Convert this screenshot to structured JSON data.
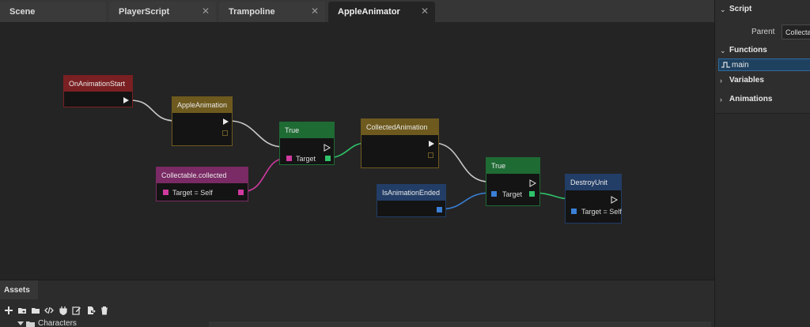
{
  "tabs": [
    {
      "label": "Scene",
      "closable": false,
      "active": false
    },
    {
      "label": "PlayerScript",
      "closable": true,
      "active": false
    },
    {
      "label": "Trampoline",
      "closable": true,
      "active": false
    },
    {
      "label": "AppleAnimator",
      "closable": true,
      "active": true
    }
  ],
  "tab_close_glyph": "✕",
  "graph": {
    "nodes": {
      "on_animation_start": {
        "title": "OnAnimationStart",
        "color": "#7a2022"
      },
      "apple_animation": {
        "title": "AppleAnimation",
        "color": "#6e5a1e"
      },
      "true_1": {
        "title": "True",
        "color": "#1f6b34",
        "pin_label": "Target"
      },
      "collectable": {
        "title": "Collectable.collected",
        "color": "#7a2a64",
        "pin_label": "Target = Self"
      },
      "collected_animation": {
        "title": "CollectedAnimation",
        "color": "#6e5a1e"
      },
      "is_animation_ended": {
        "title": "IsAnimationEnded",
        "color": "#223d66"
      },
      "true_2": {
        "title": "True",
        "color": "#1f6b34",
        "pin_label": "Target"
      },
      "destroy_unit": {
        "title": "DestroyUnit",
        "color": "#223d66",
        "pin_label": "Target = Self"
      }
    }
  },
  "assets": {
    "tab_label": "Assets",
    "toolbar_icons": [
      "add-icon",
      "new-folder-icon",
      "folder-icon",
      "script-icon",
      "plugin-icon",
      "edit-icon",
      "export-icon",
      "trash-icon"
    ],
    "tree": {
      "label": "Characters"
    }
  },
  "inspector": {
    "script": {
      "title": "Script",
      "parent_label": "Parent",
      "parent_value": "Collectable"
    },
    "functions": {
      "title": "Functions",
      "items": [
        {
          "label": "main",
          "selected": true
        }
      ]
    },
    "variables": {
      "title": "Variables"
    },
    "animations": {
      "title": "Animations"
    }
  }
}
